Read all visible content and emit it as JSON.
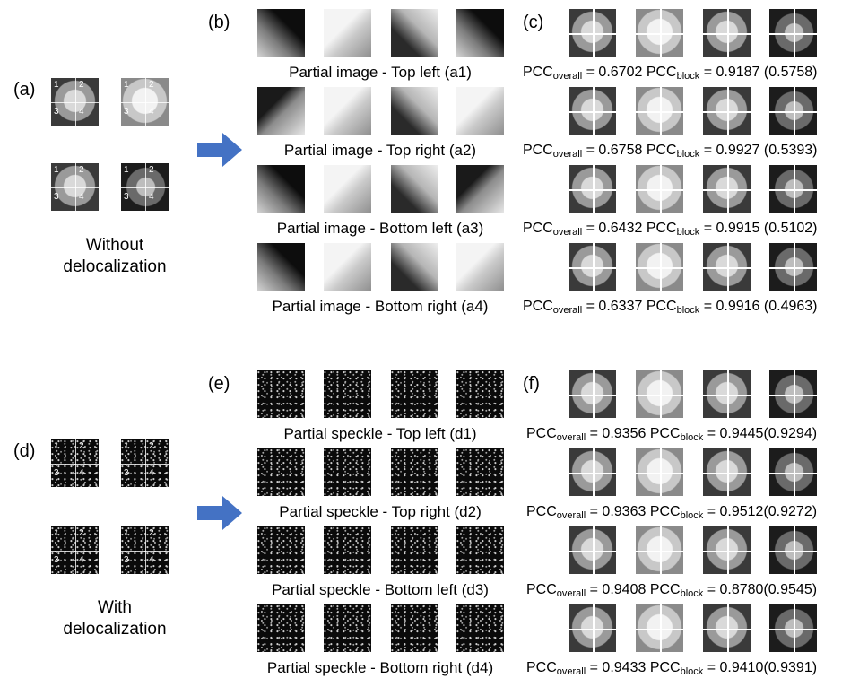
{
  "panels": {
    "a": "(a)",
    "b": "(b)",
    "c": "(c)",
    "d": "(d)",
    "e": "(e)",
    "f": "(f)"
  },
  "side_labels": {
    "without_line1": "Without",
    "without_line2": "delocalization",
    "with_line1": "With",
    "with_line2": "delocalization"
  },
  "quadrant_numbers": [
    "1",
    "2",
    "3",
    "4"
  ],
  "partial_image_captions": [
    "Partial image - Top left (a1)",
    "Partial image - Top right (a2)",
    "Partial image - Bottom left (a3)",
    "Partial image - Bottom right (a4)"
  ],
  "partial_speckle_captions": [
    "Partial speckle - Top left (d1)",
    "Partial speckle - Top right (d2)",
    "Partial speckle - Bottom left (d3)",
    "Partial speckle - Bottom right (d4)"
  ],
  "metric_tokens": {
    "pcc": "PCC",
    "overall": "overall",
    "block": "block",
    "eq": " = "
  },
  "pcc_without": [
    {
      "overall": "0.6702",
      "block": "0.9187 (0.5758)"
    },
    {
      "overall": "0.6758",
      "block": "0.9927 (0.5393)"
    },
    {
      "overall": "0.6432",
      "block": "0.9915 (0.5102)"
    },
    {
      "overall": "0.6337",
      "block": "0.9916 (0.4963)"
    }
  ],
  "pcc_with": [
    {
      "overall": "0.9356",
      "block": "0.9445(0.9294)"
    },
    {
      "overall": "0.9363",
      "block": "0.9512(0.9272)"
    },
    {
      "overall": "0.9408",
      "block": "0.8780(0.9545)"
    },
    {
      "overall": "0.9433",
      "block": "0.9410(0.9391)"
    }
  ],
  "colors": {
    "arrow": "#4472c4",
    "crosshair": "#ffffff"
  }
}
